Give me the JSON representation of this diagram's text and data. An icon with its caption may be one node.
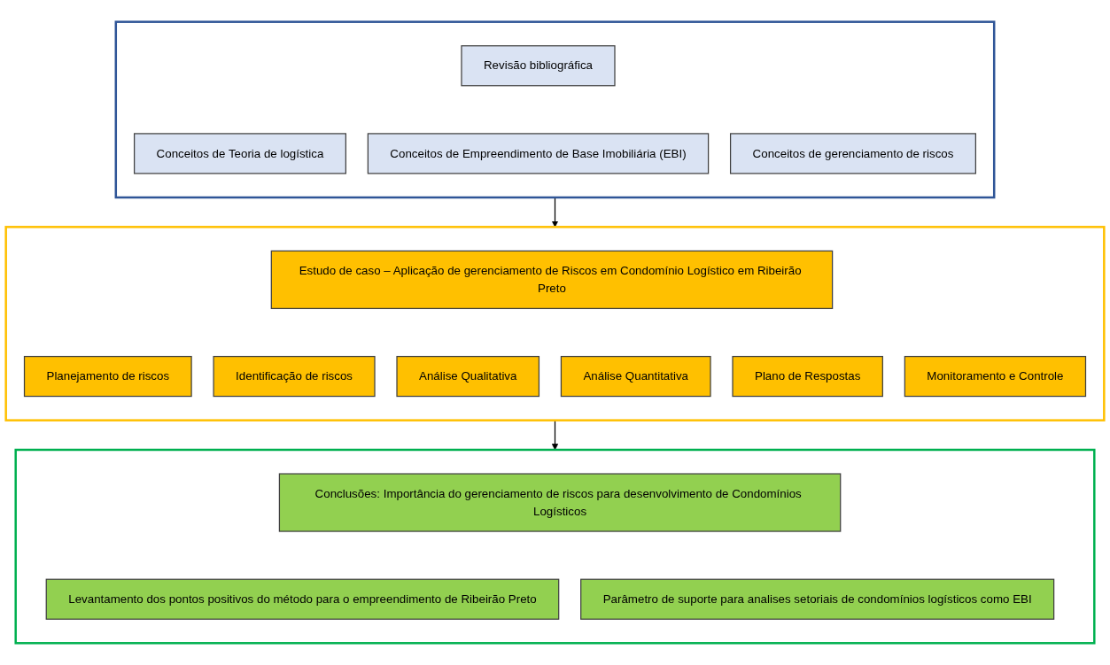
{
  "diagram": {
    "nodes": [
      {
        "text": [],
        "shape": "box"
      },
      {
        "text": [
          "Revisão bibliográfica"
        ],
        "in": 0
      },
      {
        "text": [
          "Conceitos de Teoria de logística"
        ],
        "in": 0
      },
      {
        "text": [
          "Conceitos de Empreendimento de Base Imobiliária (EBI)"
        ],
        "in": 0
      },
      {
        "text": [
          "Conceitos de gerenciamento de riscos"
        ],
        "in": 0
      },
      {
        "text": [],
        "shape": "box"
      },
      {
        "text": [
          "Estudo de caso – Aplicação de gerenciamento de Riscos em Condomínio Logístico em Ribeirão Preto"
        ],
        "in": 5
      },
      {
        "text": [
          "Planejamento de riscos"
        ],
        "in": 5
      },
      {
        "text": [
          "Identificação de riscos"
        ],
        "in": 5
      },
      {
        "text": [
          "Análise Qualitativa"
        ],
        "in": 5
      },
      {
        "text": [
          "Análise Quantitativa"
        ],
        "in": 5
      },
      {
        "text": [
          "Plano de Respostas"
        ],
        "in": 5
      },
      {
        "text": [
          "Monitoramento e Controle"
        ],
        "in": 5
      },
      {
        "text": [],
        "shape": "box"
      },
      {
        "text": [
          "Conclusões: Importância do gerenciamento de riscos para desenvolvimento de Condomínios Logísticos"
        ],
        "in": 13
      },
      {
        "text": [
          "Levantamento dos pontos positivos do método para o empreendimento de Ribeirão Preto"
        ],
        "in": 13
      },
      {
        "text": [
          "Parâmetro de suporte para analises setoriais de condomínios logísticos como EBI"
        ],
        "in": 13
      }
    ],
    "edges": [
      {
        "from": 0,
        "to": 5,
        "arrow": "to"
      },
      {
        "from": 5,
        "to": 13,
        "arrow": "to"
      }
    ]
  }
}
